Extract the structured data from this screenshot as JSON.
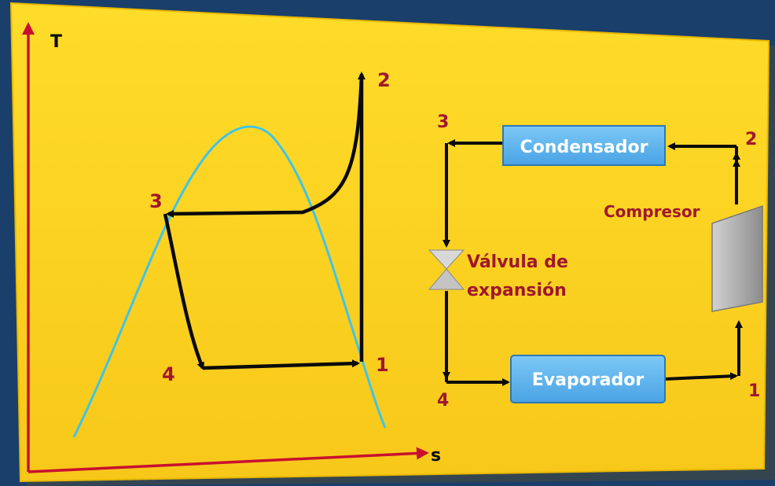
{
  "colors": {
    "background": "#1b3f6b",
    "board": "#ffd21f",
    "board_shadow": "#5a5a4a",
    "axis": "#c8102e",
    "dome": "#3fc4e8",
    "cycle": "#0a0a0a",
    "point_label": "#a0172d",
    "box_fill": "#5ab4ee",
    "box_text": "#ffffff",
    "compressor": "#b0b0b0"
  },
  "ts_diagram": {
    "axis_t": "T",
    "axis_s": "s",
    "points": {
      "p1": "1",
      "p2": "2",
      "p3": "3",
      "p4": "4"
    }
  },
  "cycle_diagram": {
    "condenser": "Condensador",
    "evaporator": "Evaporador",
    "compressor": "Compresor",
    "valve_line1": "Válvula de",
    "valve_line2": "expansión",
    "points": {
      "p1": "1",
      "p2": "2",
      "p3": "3",
      "p4": "4"
    }
  }
}
